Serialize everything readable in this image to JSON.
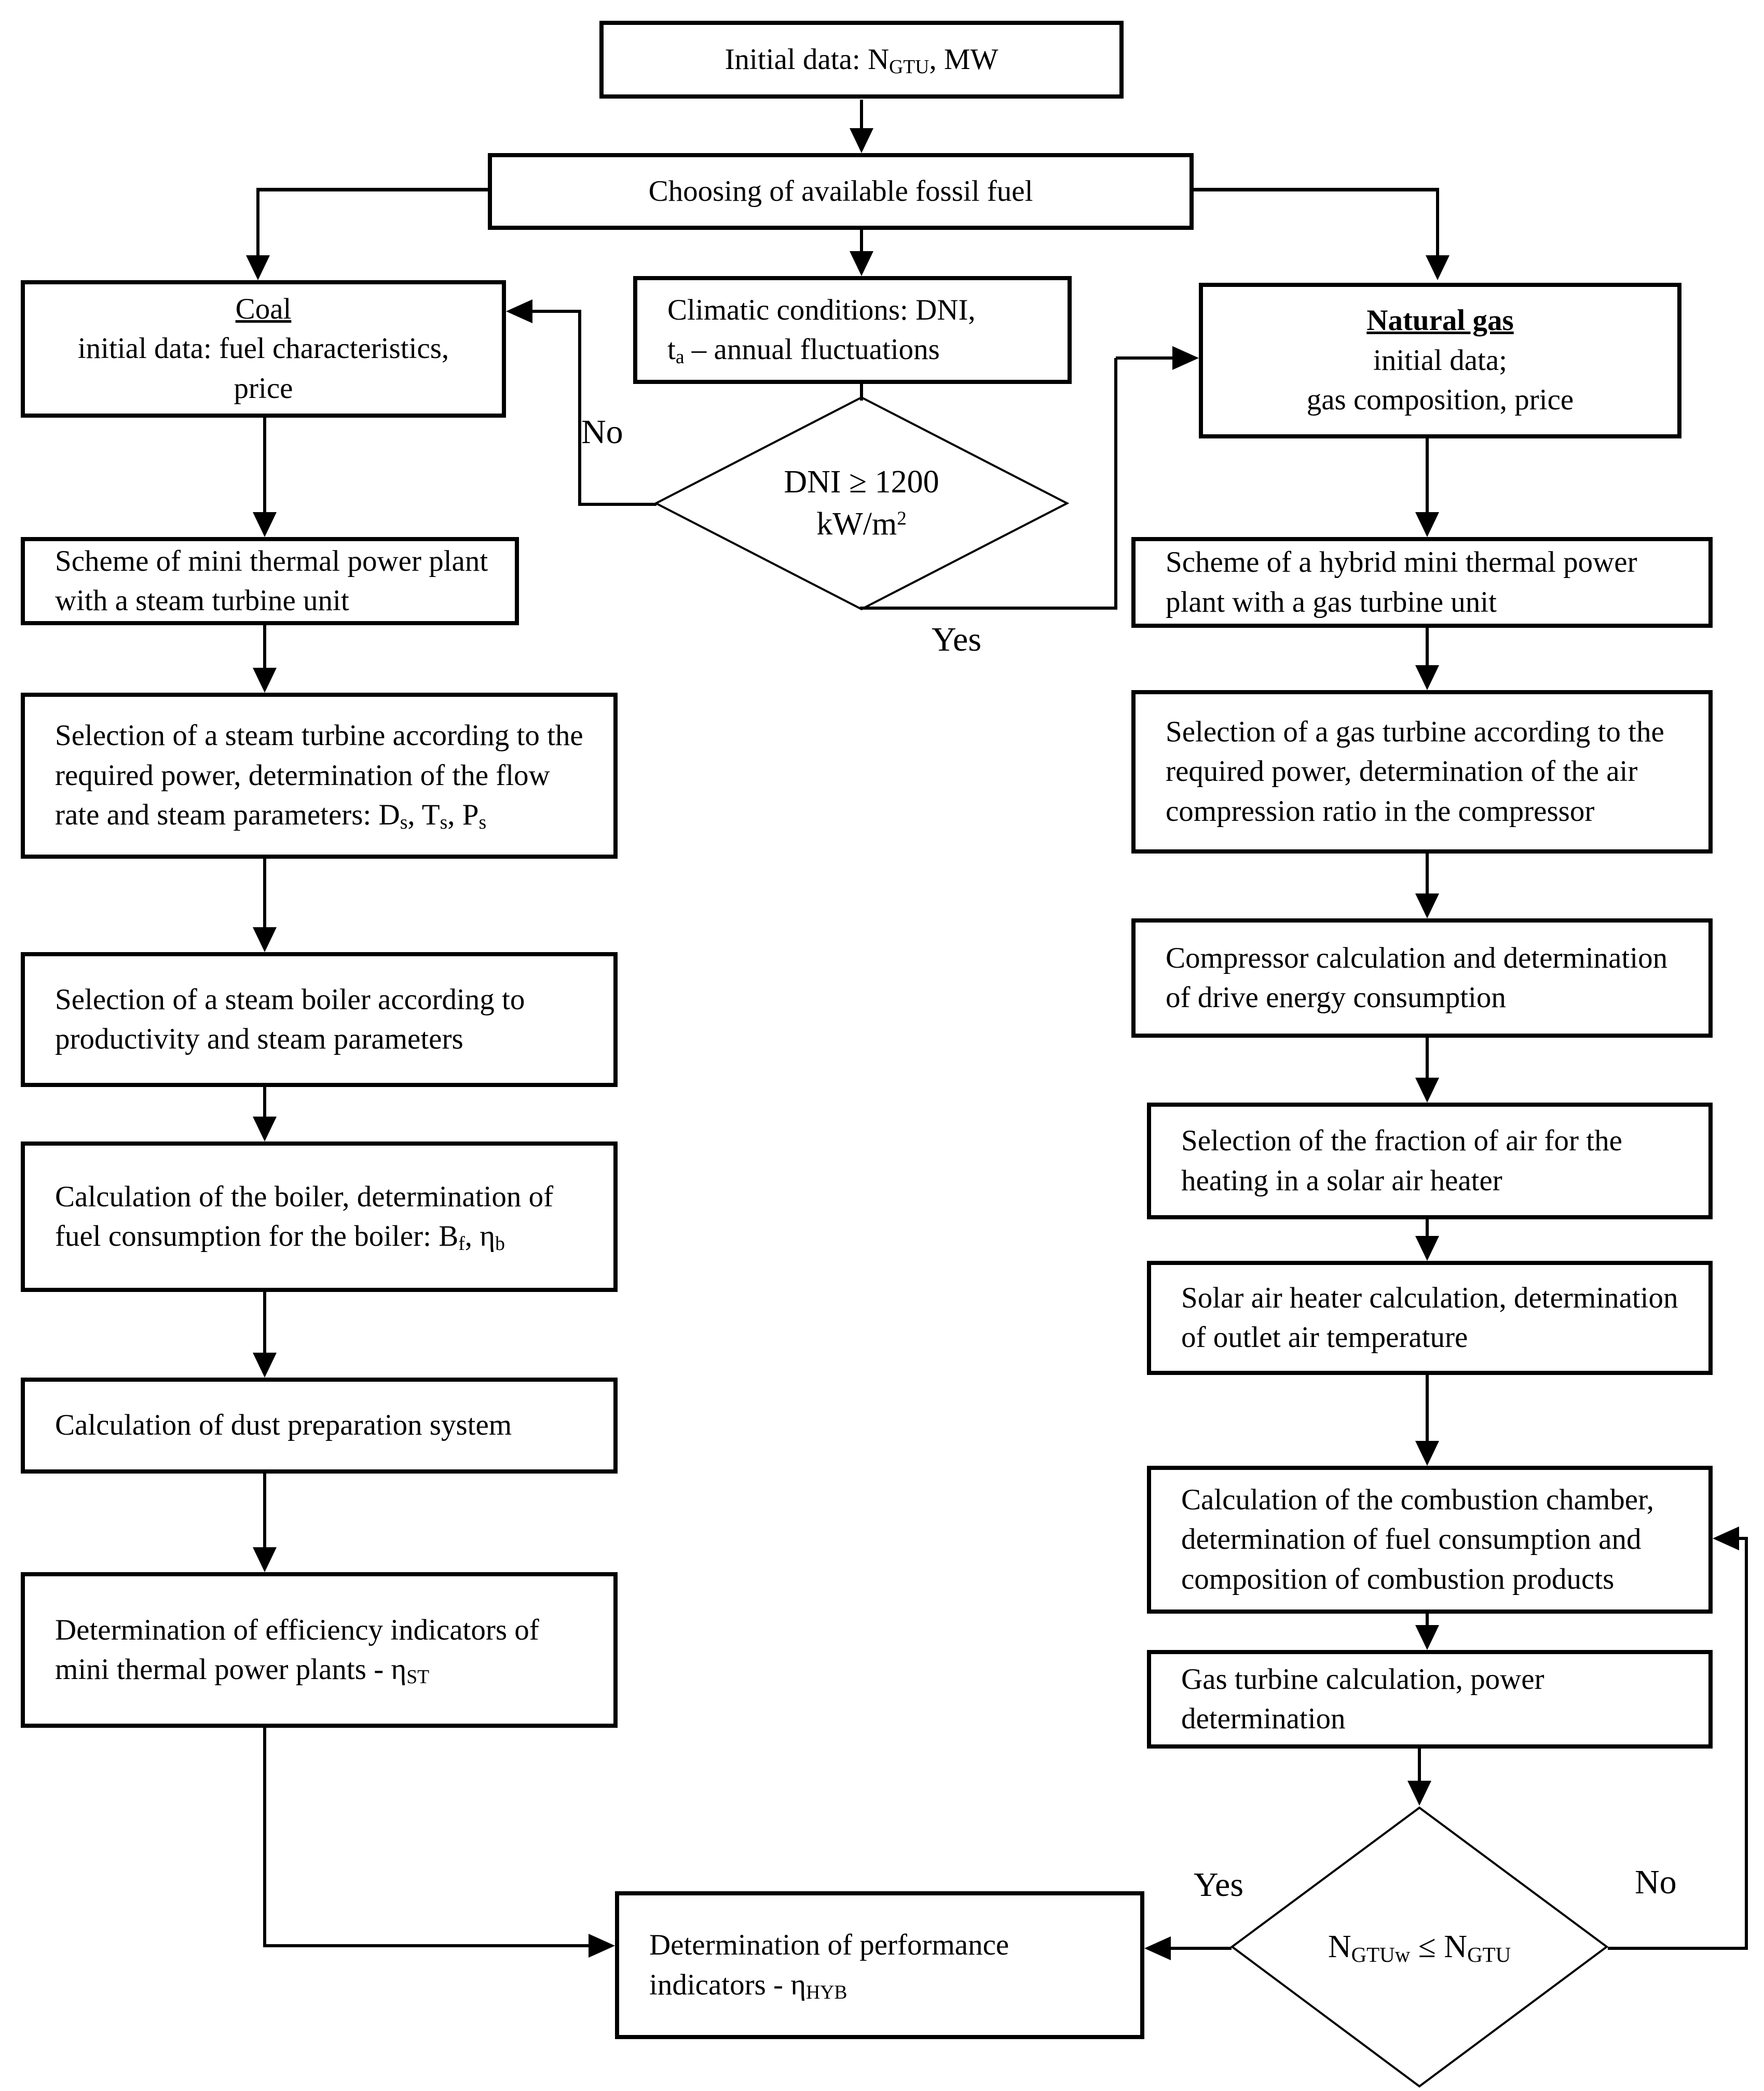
{
  "flowchart": {
    "nodes": {
      "initial_data": {
        "rich": [
          {
            "t": "Initial data: N"
          },
          {
            "sub": "GTU"
          },
          {
            "t": ", MW"
          }
        ]
      },
      "choosing": {
        "text": "Choosing of available fossil fuel"
      },
      "coal": {
        "title": "Coal",
        "line2": "initial data: fuel characteristics,",
        "line3": "price"
      },
      "climatic": {
        "line1": "Climatic conditions: DNI,",
        "line2_rich": [
          {
            "t": "t"
          },
          {
            "sub": "a"
          },
          {
            "t": " – annual fluctuations"
          }
        ]
      },
      "natural_gas": {
        "title": "Natural gas",
        "line2": "initial data;",
        "line3": "gas composition, price"
      },
      "dni_decision": {
        "line1": "DNI ≥ 1200",
        "line2_rich": [
          {
            "t": "kW/m"
          },
          {
            "sup": "2"
          }
        ]
      },
      "scheme_steam": {
        "text": "Scheme of mini thermal power plant with a steam turbine unit"
      },
      "scheme_gas": {
        "text": "Scheme of a hybrid mini thermal power plant with a gas turbine unit"
      },
      "select_steam_turbine": {
        "rich": [
          {
            "t": "Selection of a steam turbine according to the required power, determination of the flow rate and steam parameters: D"
          },
          {
            "sub": "s"
          },
          {
            "t": ", T"
          },
          {
            "sub": "s"
          },
          {
            "t": ", P"
          },
          {
            "sub": "s"
          }
        ]
      },
      "select_gas_turbine": {
        "text": "Selection of a gas turbine according to the required power, determination of the air compression ratio in the compressor"
      },
      "select_steam_boiler": {
        "text": "Selection of a steam boiler according to productivity and steam parameters"
      },
      "compressor_calc": {
        "text": "Compressor calculation and determination of drive energy consumption"
      },
      "boiler_calc": {
        "rich": [
          {
            "t": "Calculation of the boiler, determination of fuel consumption for the boiler: B"
          },
          {
            "sub": "f"
          },
          {
            "t": ", η"
          },
          {
            "sub": "b"
          }
        ]
      },
      "air_fraction": {
        "text": "Selection of the fraction of air for the heating in a solar air heater"
      },
      "dust_system": {
        "text": "Calculation of dust preparation system"
      },
      "solar_heater": {
        "text": "Solar air heater calculation, determination of outlet air temperature"
      },
      "efficiency_st": {
        "rich": [
          {
            "t": "Determination of efficiency indicators of mini thermal power plants - η"
          },
          {
            "sub": "ST"
          }
        ]
      },
      "combustion_chamber": {
        "text": "Calculation of the combustion chamber, determination of fuel consumption and composition of combustion products"
      },
      "gas_turbine_calc": {
        "text": "Gas turbine calculation, power determination"
      },
      "power_decision": {
        "rich": [
          {
            "t": "N"
          },
          {
            "sub": "GTUw"
          },
          {
            "t": " ≤ N"
          },
          {
            "sub": "GTU"
          }
        ]
      },
      "performance": {
        "rich": [
          {
            "t": "Determination of performance indicators - η"
          },
          {
            "sub": "HYB"
          }
        ]
      }
    },
    "labels": {
      "no_top": "No",
      "yes_top": "Yes",
      "yes_bottom": "Yes",
      "no_bottom": "No"
    }
  }
}
